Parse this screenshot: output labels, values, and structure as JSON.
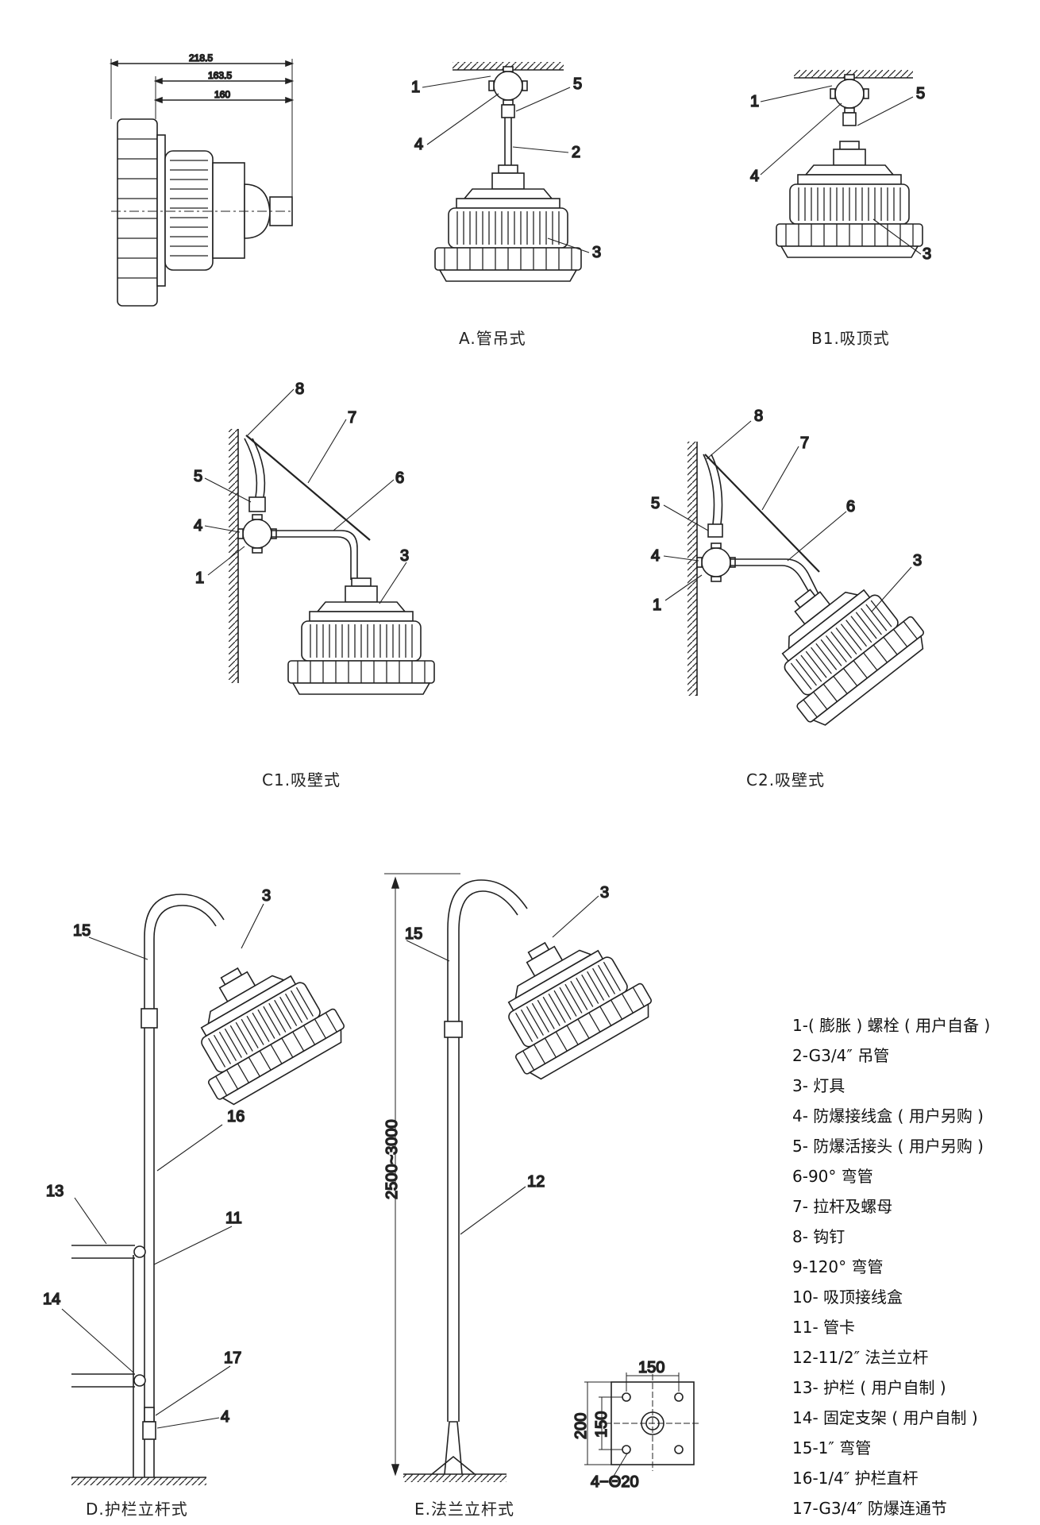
{
  "captions": {
    "a": "A.管吊式",
    "b1": "B1.吸顶式",
    "c1": "C1.吸壁式",
    "c2": "C2.吸壁式",
    "d": "D.护栏立杆式",
    "e": "E.法兰立杆式"
  },
  "dimensions": {
    "d1": "218.5",
    "d2": "163.5",
    "d3": "160",
    "height": "2500~3000",
    "flange_w": "150",
    "flange_total": "200",
    "flange_inner": "150",
    "holes": "4−Θ20"
  },
  "callouts": {
    "a": [
      "1",
      "4",
      "5",
      "2",
      "3"
    ],
    "b1": [
      "1",
      "4",
      "5",
      "3"
    ],
    "c1": [
      "8",
      "7",
      "6",
      "5",
      "4",
      "1",
      "3"
    ],
    "c2": [
      "8",
      "7",
      "6",
      "5",
      "4",
      "1",
      "3"
    ],
    "d": [
      "3",
      "15",
      "16",
      "13",
      "11",
      "14",
      "17",
      "4"
    ],
    "e": [
      "3",
      "15",
      "12"
    ]
  },
  "legend": [
    "1-( 膨胀 ) 螺栓 ( 用户自备 )",
    "2-G3/4″  吊管",
    "3- 灯具",
    "4- 防爆接线盒 ( 用户另购 )",
    "5- 防爆活接头 ( 用户另购 )",
    "6-90°  弯管",
    "7- 拉杆及螺母",
    "8- 钩钉",
    "9-120°  弯管",
    "10- 吸顶接线盒",
    "11- 管卡",
    "12-11/2″  法兰立杆",
    "13- 护栏 ( 用户自制 )",
    "14- 固定支架 ( 用户自制 )",
    "15-1″  弯管",
    "16-1/4″  护栏直杆",
    "17-G3/4″  防爆连通节"
  ]
}
